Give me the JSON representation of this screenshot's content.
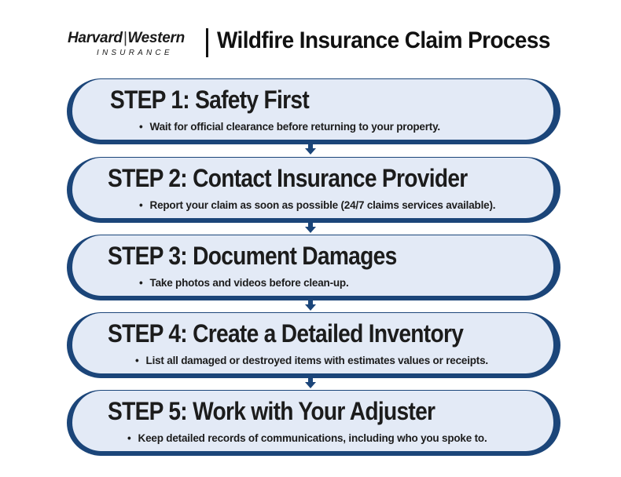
{
  "header": {
    "logo": {
      "brand_left": "Harvard",
      "separator": "|",
      "brand_right": "Western",
      "subtitle": "INSURANCE"
    },
    "title": "Wildfire Insurance Claim Process"
  },
  "colors": {
    "box_fill": "#e3eaf6",
    "box_border": "#1b4579",
    "arrow": "#1b4579",
    "text": "#1c1c1c"
  },
  "steps": [
    {
      "title": "STEP 1: Safety First",
      "bullet": "Wait for official clearance before returning to your property."
    },
    {
      "title": "STEP 2: Contact Insurance Provider",
      "bullet": "Report your claim as soon as possible (24/7 claims services available)."
    },
    {
      "title": "STEP 3: Document Damages",
      "bullet": "Take photos and videos before clean-up."
    },
    {
      "title": "STEP 4: Create a Detailed Inventory",
      "bullet": "List all damaged or destroyed items with estimates values or receipts."
    },
    {
      "title": "STEP 5: Work with Your Adjuster",
      "bullet": "Keep detailed records of communications, including who you spoke to."
    }
  ],
  "bullet_char": "•"
}
